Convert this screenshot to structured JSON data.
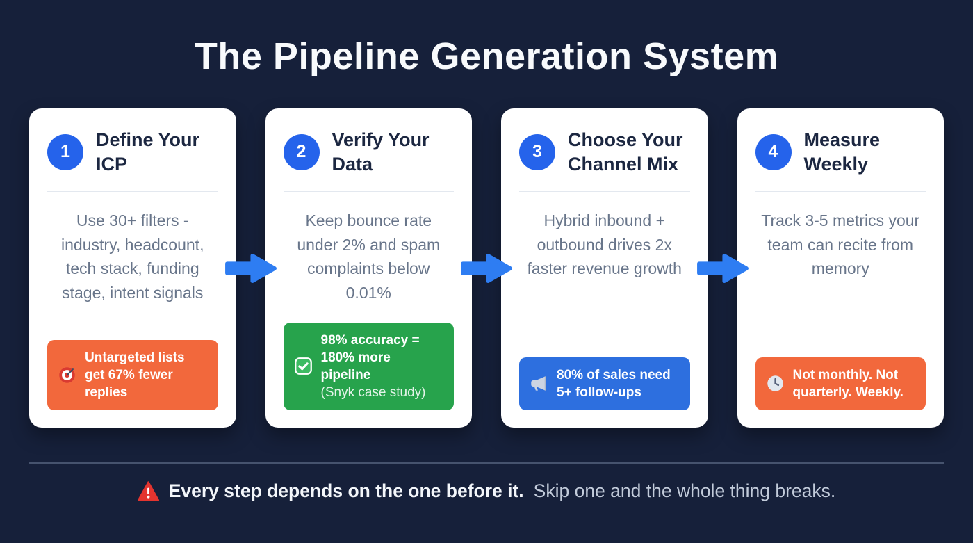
{
  "page": {
    "title": "The Pipeline Generation System"
  },
  "steps": [
    {
      "number": "1",
      "title": "Define Your ICP",
      "body": "Use 30+ filters - industry, headcount, tech stack, funding stage, intent signals",
      "badge": {
        "icon": "target-icon",
        "text": "Untargeted lists get 67% fewer replies",
        "color": "#f2683c"
      }
    },
    {
      "number": "2",
      "title": "Verify Your Data",
      "body": "Keep bounce rate under 2% and spam complaints below 0.01%",
      "badge": {
        "icon": "check-icon",
        "text": "98% accuracy = 180% more pipeline",
        "subtext": "(Snyk case study)",
        "color": "#27a34c"
      }
    },
    {
      "number": "3",
      "title": "Choose Your Channel Mix",
      "body": "Hybrid inbound + outbound drives 2x faster revenue growth",
      "badge": {
        "icon": "megaphone-icon",
        "text": "80% of sales need 5+ follow-ups",
        "color": "#2d6fdf"
      }
    },
    {
      "number": "4",
      "title": "Measure Weekly",
      "body": "Track 3-5 metrics your team can recite from memory",
      "badge": {
        "icon": "clock-icon",
        "text": "Not monthly. Not quarterly. Weekly.",
        "color": "#f2683c"
      }
    }
  ],
  "footer": {
    "warning_bold": "Every step depends on the one before it.",
    "warning_rest": "Skip one and the whole thing breaks."
  },
  "colors": {
    "background": "#16203a",
    "card": "#ffffff",
    "step_circle_blue": "#2563eb",
    "arrow_blue": "#2e7df2",
    "badge_orange": "#f2683c",
    "badge_green": "#27a34c",
    "badge_blue": "#2d6fdf",
    "warning_red": "#e3342f"
  }
}
